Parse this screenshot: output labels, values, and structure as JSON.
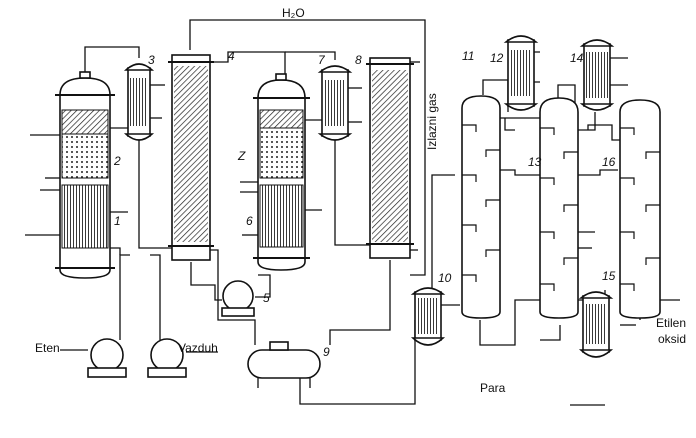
{
  "labels": {
    "water": "H₂O",
    "exhaust_gas": "Izlazni gas",
    "ethylene": "Eten",
    "air": "Vazduh",
    "steam": "Para",
    "product_line1": "Etilen",
    "product_line2": "oksid"
  },
  "units": [
    "1",
    "2",
    "3",
    "4",
    "5",
    "6",
    "7",
    "8",
    "9",
    "10",
    "11",
    "12",
    "13",
    "14",
    "15",
    "16",
    "Z"
  ],
  "colors": {
    "line": "#111111",
    "fill": "#ffffff",
    "hatch": "#222222"
  },
  "equipment": [
    {
      "id": "1",
      "kind": "reactor-tubes"
    },
    {
      "id": "2",
      "kind": "catalyst-bed"
    },
    {
      "id": "3",
      "kind": "heat-exchanger"
    },
    {
      "id": "4",
      "kind": "packed-absorber"
    },
    {
      "id": "5",
      "kind": "pump"
    },
    {
      "id": "6",
      "kind": "reactor-tubes"
    },
    {
      "id": "7",
      "kind": "heat-exchanger"
    },
    {
      "id": "8",
      "kind": "packed-absorber"
    },
    {
      "id": "9",
      "kind": "tank"
    },
    {
      "id": "10",
      "kind": "heat-exchanger"
    },
    {
      "id": "11",
      "kind": "tray-column"
    },
    {
      "id": "12",
      "kind": "condenser"
    },
    {
      "id": "13",
      "kind": "tray-column"
    },
    {
      "id": "14",
      "kind": "condenser"
    },
    {
      "id": "15",
      "kind": "heat-exchanger"
    },
    {
      "id": "16",
      "kind": "tray-column"
    }
  ]
}
